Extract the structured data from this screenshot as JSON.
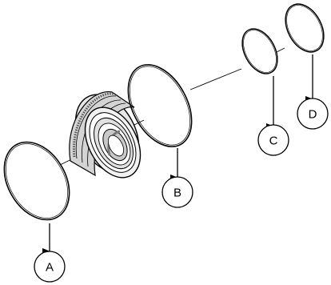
{
  "callouts": {
    "a": "A",
    "b": "B",
    "c": "C",
    "d": "D"
  },
  "colors": {
    "line": "#000000",
    "background": "#ffffff",
    "part_fill": "#f2f2f2",
    "part_shade": "#c9c9c9",
    "part_dark": "#7a7a7a"
  }
}
